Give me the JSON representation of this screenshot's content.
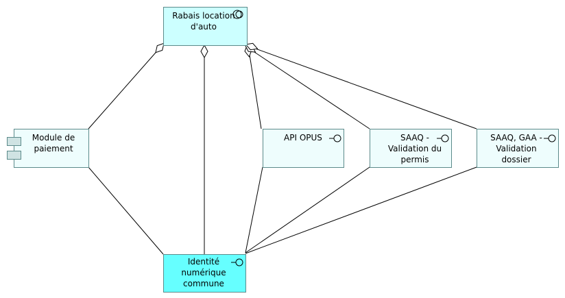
{
  "diagram": {
    "nodes": [
      {
        "id": "rabais",
        "lines": [
          "Rabais location",
          "d'auto"
        ],
        "kind": "service",
        "fill": "#ccffff",
        "name": "node-rabais-location-auto"
      },
      {
        "id": "module",
        "lines": [
          "Module de",
          "paiement"
        ],
        "kind": "component",
        "fill": "#eefdfd",
        "name": "node-module-de-paiement"
      },
      {
        "id": "opus",
        "lines": [
          "API OPUS"
        ],
        "kind": "interface",
        "fill": "#eefdfd",
        "name": "node-api-opus"
      },
      {
        "id": "permis",
        "lines": [
          "SAAQ -",
          "Validation du",
          "permis"
        ],
        "kind": "interface",
        "fill": "#eefdfd",
        "name": "node-saaq-validation-permis"
      },
      {
        "id": "dossier",
        "lines": [
          "SAAQ, GAA -",
          "Validation",
          "dossier"
        ],
        "kind": "interface",
        "fill": "#eefdfd",
        "name": "node-saaq-gaa-validation-dossier"
      },
      {
        "id": "identite",
        "lines": [
          "Identité",
          "numérique",
          "commune"
        ],
        "kind": "interface",
        "fill": "#66ffff",
        "name": "node-identite-numerique-commune"
      }
    ],
    "edges": [
      {
        "from": "module",
        "to": "rabais",
        "type": "aggregation"
      },
      {
        "from": "identite",
        "to": "rabais",
        "type": "aggregation"
      },
      {
        "from": "opus",
        "to": "rabais",
        "type": "aggregation"
      },
      {
        "from": "permis",
        "to": "rabais",
        "type": "aggregation"
      },
      {
        "from": "dossier",
        "to": "rabais",
        "type": "aggregation"
      },
      {
        "from": "module",
        "to": "identite",
        "type": "association"
      },
      {
        "from": "opus",
        "to": "identite",
        "type": "association"
      },
      {
        "from": "permis",
        "to": "identite",
        "type": "association"
      },
      {
        "from": "dossier",
        "to": "identite",
        "type": "association"
      }
    ],
    "colors": {
      "border": "#5b8a8a",
      "line": "#000000"
    }
  }
}
